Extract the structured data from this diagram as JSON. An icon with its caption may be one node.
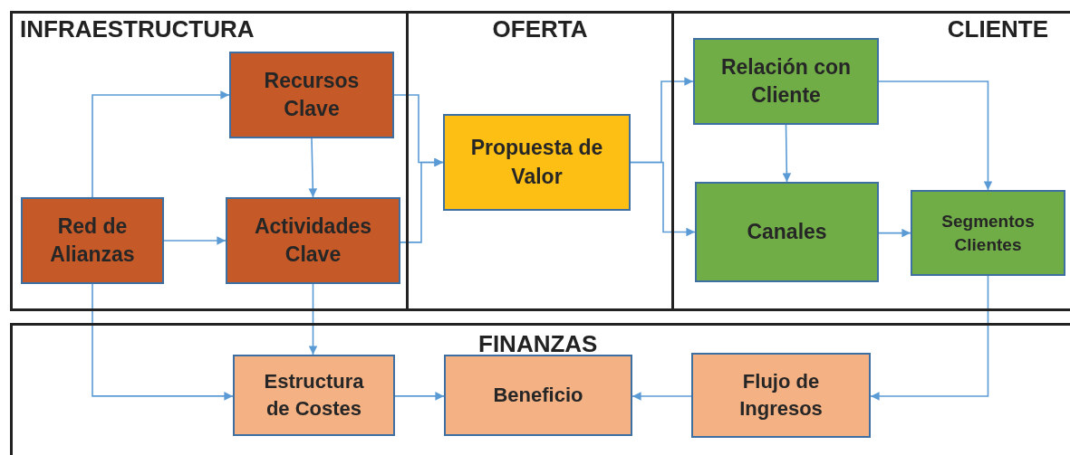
{
  "diagram": {
    "nodes": [
      {
        "text": [
          "INFRAESTRUCTURA"
        ]
      },
      {
        "text": [
          "OFERTA"
        ]
      },
      {
        "text": [
          "CLIENTE"
        ]
      },
      {
        "text": [
          "Recursos Clave"
        ],
        "in": 0
      },
      {
        "text": [
          "Red de Alianzas"
        ],
        "in": 0
      },
      {
        "text": [
          "Actividades Clave"
        ],
        "in": 0
      },
      {
        "text": [
          "Propuesta de Valor"
        ],
        "in": 1
      },
      {
        "text": [
          "Relación con Cliente"
        ],
        "in": 2
      },
      {
        "text": [
          "Canales"
        ],
        "in": 2
      },
      {
        "text": [
          "Segmentos Clientes"
        ],
        "in": 2
      },
      {
        "text": [
          "FINANZAS"
        ]
      },
      {
        "text": [
          "Estructura de Costes"
        ],
        "in": 10
      },
      {
        "text": [
          "Beneficio"
        ],
        "in": 10
      },
      {
        "text": [
          "Flujo de Ingresos"
        ],
        "in": 10
      }
    ],
    "edges": [
      {
        "from": 4,
        "to": 3,
        "arrow": "to"
      },
      {
        "from": 3,
        "to": 5,
        "arrow": "to"
      },
      {
        "from": 4,
        "to": 5,
        "arrow": "to"
      },
      {
        "from": 3,
        "to": 6,
        "arrow": "to"
      },
      {
        "from": 5,
        "to": 6,
        "arrow": "to"
      },
      {
        "from": 6,
        "to": 7,
        "arrow": "to"
      },
      {
        "from": 6,
        "to": 8,
        "arrow": "to"
      },
      {
        "from": 7,
        "to": 8,
        "arrow": "to"
      },
      {
        "from": 7,
        "to": 9,
        "arrow": "to"
      },
      {
        "from": 8,
        "to": 9,
        "arrow": "to"
      },
      {
        "from": 4,
        "to": 11,
        "arrow": "to"
      },
      {
        "from": 5,
        "to": 11,
        "arrow": "to"
      },
      {
        "from": 11,
        "to": 12,
        "arrow": "to"
      },
      {
        "from": 13,
        "to": 12,
        "arrow": "to"
      },
      {
        "from": 9,
        "to": 13,
        "arrow": "to"
      }
    ]
  }
}
